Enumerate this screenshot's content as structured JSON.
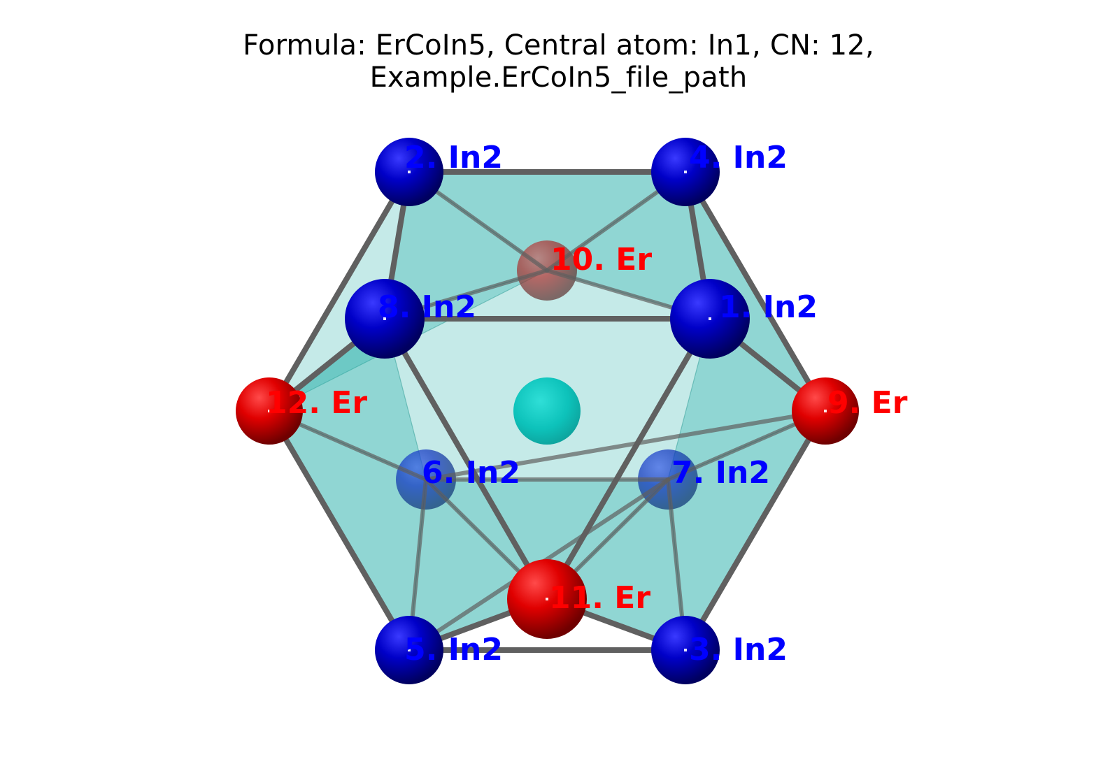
{
  "title": {
    "line1": "Formula: ErCoIn5, Central atom: In1, CN: 12,",
    "line2": "Example.ErCoIn5_file_path"
  },
  "colors": {
    "background": "#ffffff",
    "In2": "#0000ff",
    "Er": "#ff0000",
    "central_atom": "#00d0c8",
    "polyhedron": "#2fb3ad",
    "bond": "#606060"
  },
  "central_atom": {
    "label": "In1"
  },
  "atoms": [
    {
      "id": 1,
      "label": "1. In2",
      "element": "In2"
    },
    {
      "id": 2,
      "label": "2. In2",
      "element": "In2"
    },
    {
      "id": 3,
      "label": "3. In2",
      "element": "In2"
    },
    {
      "id": 4,
      "label": "4. In2",
      "element": "In2"
    },
    {
      "id": 5,
      "label": "5. In2",
      "element": "In2"
    },
    {
      "id": 6,
      "label": "6. In2",
      "element": "In2"
    },
    {
      "id": 7,
      "label": "7. In2",
      "element": "In2"
    },
    {
      "id": 8,
      "label": "8. In2",
      "element": "In2"
    },
    {
      "id": 9,
      "label": "9. Er",
      "element": "Er"
    },
    {
      "id": 10,
      "label": "10. Er",
      "element": "Er"
    },
    {
      "id": 11,
      "label": "11. Er",
      "element": "Er"
    },
    {
      "id": 12,
      "label": "12. Er",
      "element": "Er"
    }
  ]
}
